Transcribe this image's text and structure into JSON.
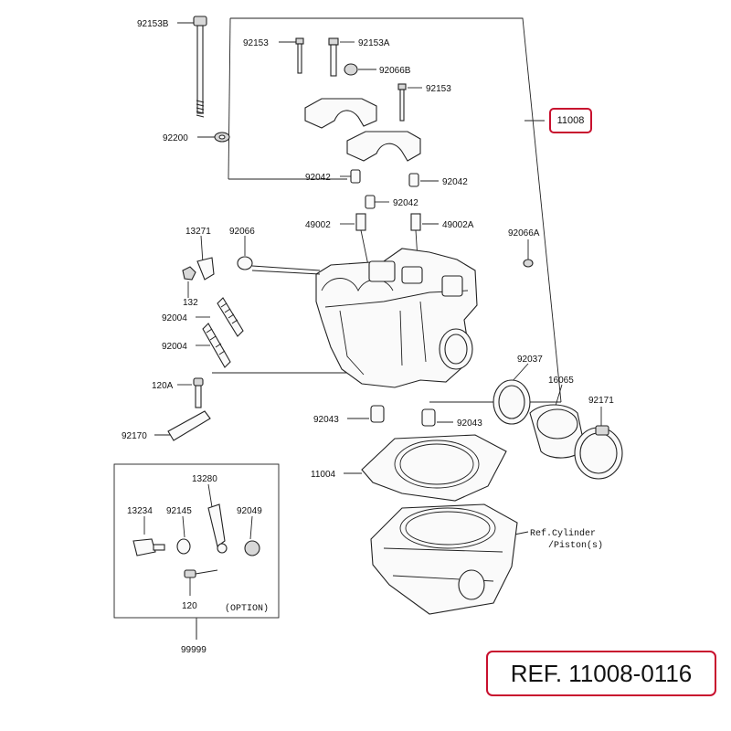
{
  "labels": {
    "p92153B": "92153B",
    "p92153": "92153",
    "p92153A": "92153A",
    "p92066B": "92066B",
    "p92153r": "92153",
    "p11008": "11008",
    "p92200": "92200",
    "p92042a": "92042",
    "p92042b": "92042",
    "p92042c": "92042",
    "p13271": "13271",
    "p92066": "92066",
    "p49002": "49002",
    "p49002A": "49002A",
    "p92066A": "92066A",
    "p132": "132",
    "p92004a": "92004",
    "p92004b": "92004",
    "p120A": "120A",
    "p92037": "92037",
    "p16065": "16065",
    "p92171": "92171",
    "p92043a": "92043",
    "p92043b": "92043",
    "p92170": "92170",
    "p11004": "11004",
    "p13280": "13280",
    "p13234": "13234",
    "p92145": "92145",
    "p92049": "92049",
    "p120": "120",
    "option": "(OPTION)",
    "p99999": "99999",
    "refCyl1": "Ref.Cylinder",
    "refCyl2": "/Piston(s)"
  },
  "reference": "REF. 11008-0116",
  "highlight_color": "#c8102e"
}
